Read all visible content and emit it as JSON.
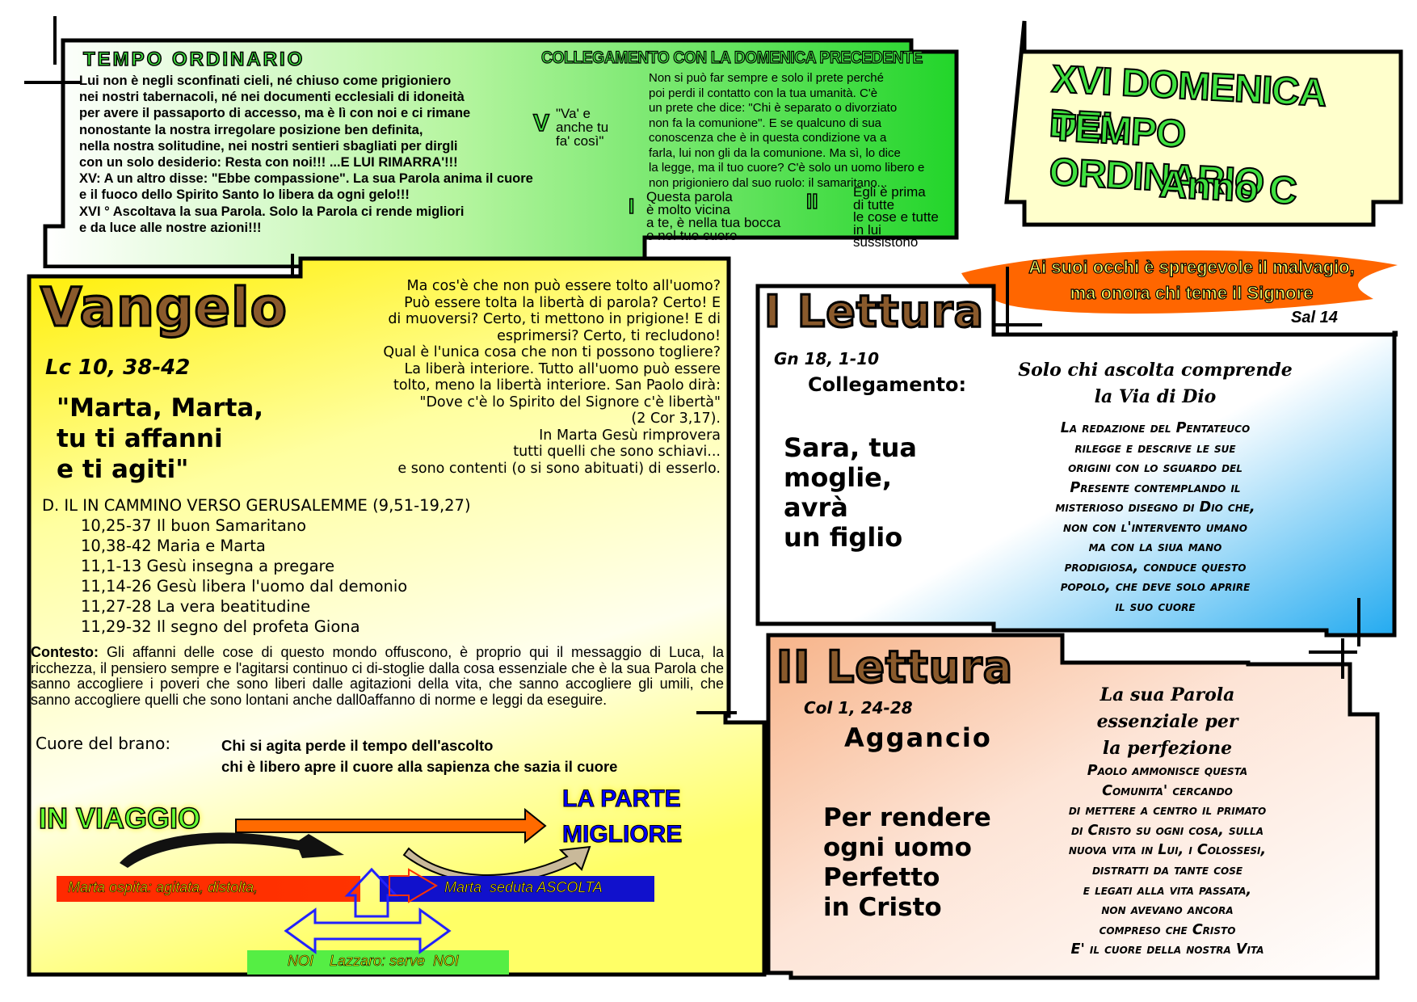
{
  "header": {
    "section_label": "TEMPO ORDINARIO",
    "intro_text": "Lui non è negli sconfinati cieli, né chiuso come prigioniero\nnei nostri tabernacoli, né nei documenti ecclesiali di idoneità\nper avere il passaporto di accesso, ma è lì con noi e ci rimane\nnonostante la nostra irregolare posizione ben definita,\nnella nostra solitudine, nei nostri sentieri sbagliati per dirgli\ncon un solo desiderio: Resta con noi!!!   ...E LUI RIMARRA'!!!\nXV: A un altro disse: \"Ebbe compassione\". La sua Parola anima il cuore\ne il fuoco dello Spirito Santo lo libera da ogni gelo!!!\nXVI ° Ascoltava la sua Parola. Solo la Parola ci rende migliori\ne da luce alle nostre azioni!!!",
    "link_title": "COLLEGAMENTO CON LA DOMENICA PRECEDENTE",
    "marker_v": "V",
    "quote_va": "\"Va' e anche tu fa' così\"",
    "right_text": "Non si può far sempre e solo il prete perché\npoi perdi il contatto con la tua umanità. C'è\nun prete che dice: \"Chi è separato o divorziato\nnon fa la comunione\". E se qualcuno di sua\nconoscenza che è in questa condizione va a\nfarla, lui non gli da la comunione. Ma sì, lo dice\nla legge, ma il tuo cuore? C'è solo un uomo libero e\nnon prigioniero dal suo ruolo: il samaritano...",
    "marker_i": "I",
    "quote_parola": "Questa parola\n è molto vicina\na te, è nella tua bocca\ne nel tuo cuore",
    "marker_ii": "II",
    "quote_prima": "Egli è prima\ndi tutte\nle cose e tutte\nin lui\nsussistono"
  },
  "title_box": {
    "line1": "XVI DOMENICA DEL",
    "line2": "TEMPO ORDINARIO",
    "line3": "Anno C"
  },
  "psalm": {
    "text": "Ai suoi occhi è spregevole il malvagio,\nma onora chi teme il Signore",
    "ref": "Sal 14"
  },
  "vangelo": {
    "title": "Vangelo",
    "ref": "Lc 10, 38-42",
    "quote": "\"Marta, Marta,\ntu ti affanni\ne ti agiti\"",
    "reflection": "Ma cos'è che non può essere tolto all'uomo?\nPuò essere tolta la libertà di parola? Certo! E\ndi muoversi? Certo, ti mettono in prigione! E di\nesprimersi? Certo, ti recludono!\nQual è l'unica cosa che non ti possono togliere?\nLa liberà interiore. Tutto all'uomo può essere\ntolto, meno la libertà interiore. San Paolo dirà:\n\"Dove c'è lo Spirito del Signore c'è libertà\"\n(2 Cor 3,17).\nIn Marta Gesù rimprovera\ntutti quelli che sono schiavi...\ne sono contenti (o si sono abituati) di esserlo.",
    "section_heading": "D. IL IN CAMMINO VERSO GERUSALEMME (9,51-19,27)",
    "passages": [
      "10,25-37 Il buon Samaritano",
      "10,38-42 Maria e Marta",
      "11,1-13 Gesù insegna a pregare",
      "11,14-26 Gesù libera l'uomo dal demonio",
      "11,27-28 La vera beatitudine",
      "11,29-32 Il segno del profeta Giona"
    ],
    "contesto_label": "Contesto:",
    "contesto_text": "Gli affanni delle cose di questo mondo offuscono, è proprio qui il messaggio di Luca, la ricchezza, il pensiero sempre e l'agitarsi continuo ci di-stoglie dalla cosa essenziale che è la sua Parola che sanno accogliere i poveri che sono liberi dalle agitazioni della vita, che sanno accogliere gli umili, che sanno accogliere quelli che sono lontani anche dall0affanno di norme e leggi da eseguire.",
    "cuore_label": "Cuore del brano:",
    "cuore_text": "Chi si agita perde il tempo dell'ascolto\nchi è libero apre il cuore alla sapienza che sazia il cuore",
    "diagram": {
      "in_viaggio": "IN VIAGGIO",
      "parte_line1": "LA PARTE",
      "parte_line2": "MIGLIORE",
      "marta_ospita": "Marta ospita: agitata, distolta,",
      "marta_seduta": "Marta  seduta ASCOLTA",
      "noi_bar": "NOI    Lazzaro: serve  NOI"
    }
  },
  "lettura1": {
    "title": "I Lettura",
    "ref": "Gn 18, 1-10",
    "collegamento": "Collegamento:",
    "big_quote": "Sara, tua\nmoglie,\navrà\nun figlio",
    "subtitle": "Solo chi ascolta comprende\nla Via di Dio",
    "body": "La redazione del Pentateuco\nrilegge e descrive le sue\norigini con lo sguardo del\nPresente contemplando il\nmisterioso disegno di Dio che,\nnon con l'intervento umano\nma con la siua mano\nprodigiosa, conduce questo\npopolo, che deve solo aprire\nil suo cuore"
  },
  "lettura2": {
    "title": "II Lettura",
    "ref": "Col 1, 24-28",
    "aggancio": "Aggancio",
    "big_quote": "Per rendere\nogni uomo\nPerfetto\n in Cristo",
    "subtitle": "La sua Parola\nessenziale per\nla perfezione",
    "body": "Paolo ammonisce questa\nComunita' cercando\ndi mettere a centro il primato\ndi Cristo su ogni cosa, sulla\nnuova vita in Lui, i Colossesi,\ndistratti da tante cose\ne legati alla vita passata,\nnon avevano ancora\ncompreso che Cristo\nE' il cuore della nostra Vita"
  }
}
